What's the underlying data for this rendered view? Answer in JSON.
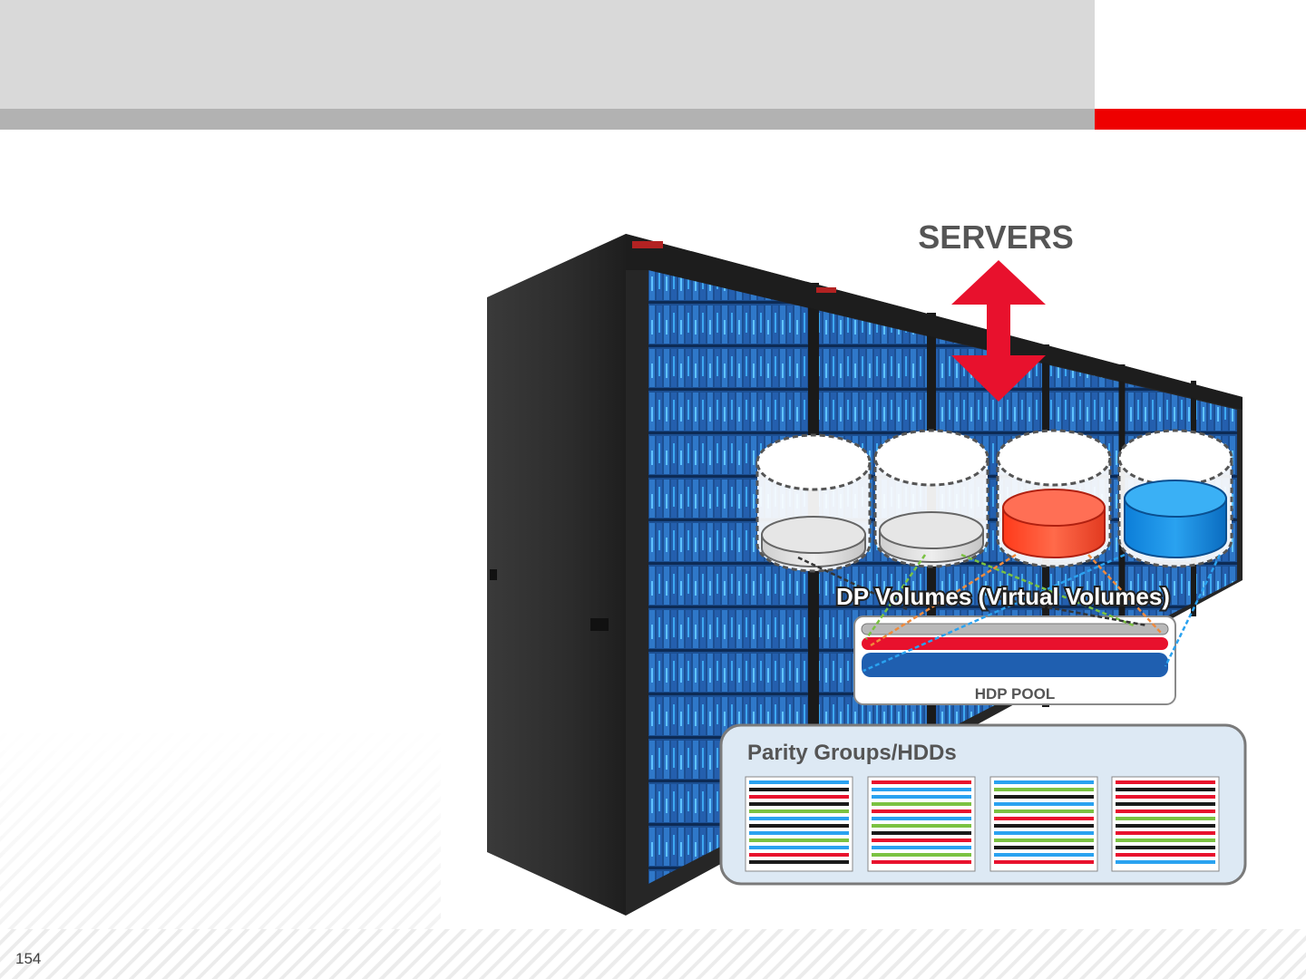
{
  "slide": {
    "page_number": "154"
  },
  "diagram": {
    "servers_label": "SERVERS",
    "dp_volumes_label": "DP Volumes (Virtual Volumes)",
    "hdp_pool_label": "HDP POOL",
    "parity_label": "Parity Groups/HDDs"
  },
  "colors": {
    "header_band": "#d9d9d9",
    "header_rule": "#b2b2b2",
    "accent_red": "#ee0000",
    "arrow_red": "#e8112d",
    "rack_body": "#2b2b2b",
    "drive_blue": "#1f5fb0",
    "volume_red": "#f24a2a",
    "volume_blue": "#1a8fe0",
    "volume_gray": "#d6d6d6",
    "parity_panel": "#dde9f4"
  }
}
